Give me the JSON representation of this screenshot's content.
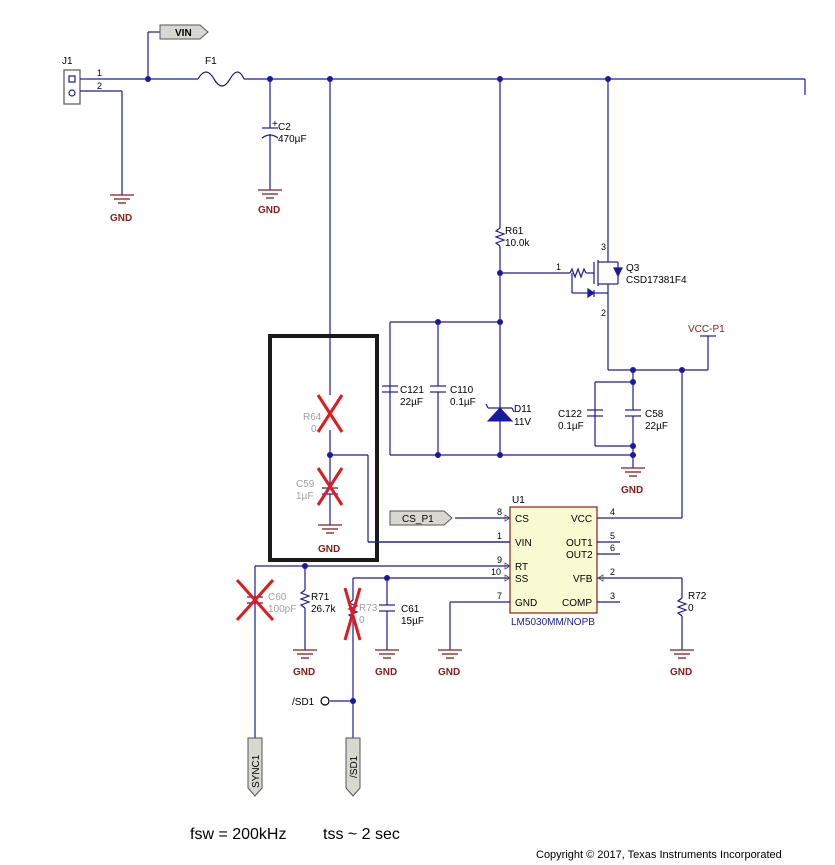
{
  "nets": {
    "vin_tag": "VIN",
    "cs_tag": "CS_P1",
    "vcc_label": "VCC-P1",
    "sync_tag": "SYNC1",
    "sd_tag": "/SD1",
    "sd_label": "/SD1",
    "gnd": "GND"
  },
  "components": {
    "j1": {
      "ref": "J1",
      "pin1": "1",
      "pin2": "2"
    },
    "f1": {
      "ref": "F1"
    },
    "c2": {
      "ref": "C2",
      "value": "470µF",
      "plus": "+"
    },
    "r61": {
      "ref": "R61",
      "value": "10.0k"
    },
    "q3": {
      "ref": "Q3",
      "value": "CSD17381F4",
      "pin1": "1",
      "pin2": "2",
      "pin3": "3"
    },
    "c121": {
      "ref": "C121",
      "value": "22µF"
    },
    "c110": {
      "ref": "C110",
      "value": "0.1µF"
    },
    "d11": {
      "ref": "D11",
      "value": "11V"
    },
    "c122": {
      "ref": "C122",
      "value": "0.1µF"
    },
    "c58": {
      "ref": "C58",
      "value": "22µF"
    },
    "r64": {
      "ref": "R64",
      "value": "0"
    },
    "c59": {
      "ref": "C59",
      "value": "1µF"
    },
    "c60": {
      "ref": "C60",
      "value": "100pF"
    },
    "r71": {
      "ref": "R71",
      "value": "26.7k"
    },
    "r73": {
      "ref": "R73",
      "value": "0"
    },
    "c61": {
      "ref": "C61",
      "value": "15µF"
    },
    "r72": {
      "ref": "R72",
      "value": "0"
    }
  },
  "u1": {
    "ref": "U1",
    "part": "LM5030MM/NOPB",
    "pins_left": [
      {
        "num": "8",
        "name": "CS"
      },
      {
        "num": "1",
        "name": "VIN"
      },
      {
        "num": "9",
        "name": "RT"
      },
      {
        "num": "10",
        "name": "SS"
      },
      {
        "num": "7",
        "name": "GND"
      }
    ],
    "pins_right": [
      {
        "num": "4",
        "name": "VCC"
      },
      {
        "num": "5",
        "name": "OUT1"
      },
      {
        "num": "6",
        "name": "OUT2"
      },
      {
        "num": "2",
        "name": "VFB"
      },
      {
        "num": "3",
        "name": "COMP"
      }
    ]
  },
  "notes": {
    "fsw": "fsw = 200kHz",
    "tss": "tss ~ 2 sec",
    "copyright": "Copyright © 2017, Texas Instruments Incorporated"
  },
  "colors": {
    "wire": "#1a1aa0",
    "ground": "#8b1a1a",
    "dnp_mark": "#e21a1a",
    "dnp_text": "#a0a0a0"
  }
}
